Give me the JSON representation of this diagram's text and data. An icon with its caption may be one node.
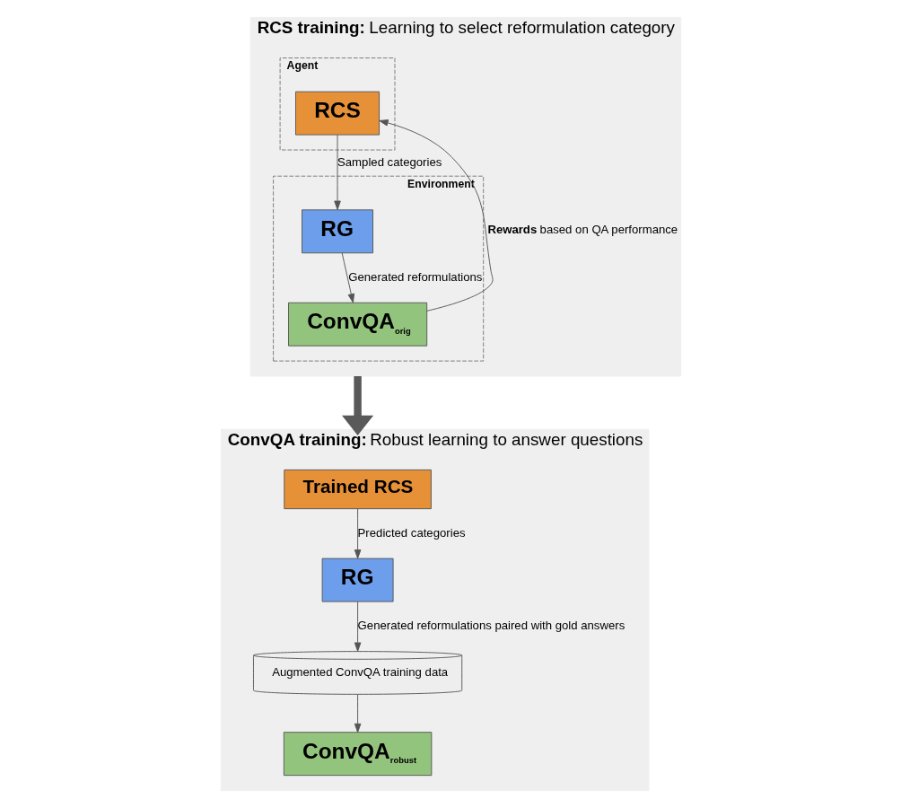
{
  "diagram": {
    "nodes": [
      {
        "text": [
          "**RCS training:** Learning to select reformulation category"
        ]
      },
      {
        "text": [
          "Agent"
        ],
        "in": 0
      },
      {
        "text": [
          "RCS"
        ],
        "in": 1
      },
      {
        "text": [
          "Environment"
        ],
        "in": 0
      },
      {
        "text": [
          "RG"
        ],
        "in": 3
      },
      {
        "text": [
          "ConvQA$_{orig}$"
        ],
        "in": 3
      },
      {
        "text": [
          "**ConvQA training:** Robust learning to answer questions"
        ]
      },
      {
        "text": [
          "Trained RCS"
        ],
        "in": 6
      },
      {
        "text": [
          "RG"
        ],
        "in": 6
      },
      {
        "text": [
          "Augmented ConvQA training data"
        ],
        "in": 6
      },
      {
        "text": [
          "ConvQA$_{robust}$"
        ],
        "in": 6
      }
    ],
    "edges": [
      {
        "from": 2,
        "to": 4,
        "arrow": "to",
        "label": "Sampled categories"
      },
      {
        "from": 4,
        "to": 5,
        "arrow": "to",
        "label": "Generated reformulations"
      },
      {
        "from": 5,
        "to": 2,
        "arrow": "to",
        "label": "**Rewards** based on QA performance"
      },
      {
        "from": 0,
        "to": 6,
        "arrow": "to",
        "style": "thick",
        "color": "#595959"
      },
      {
        "from": 7,
        "to": 8,
        "arrow": "to",
        "label": "Predicted categories"
      },
      {
        "from": 8,
        "to": 9,
        "arrow": "to",
        "label": "Generated reformulations paired with gold answers"
      },
      {
        "from": 9,
        "to": 10,
        "arrow": "to"
      }
    ]
  }
}
